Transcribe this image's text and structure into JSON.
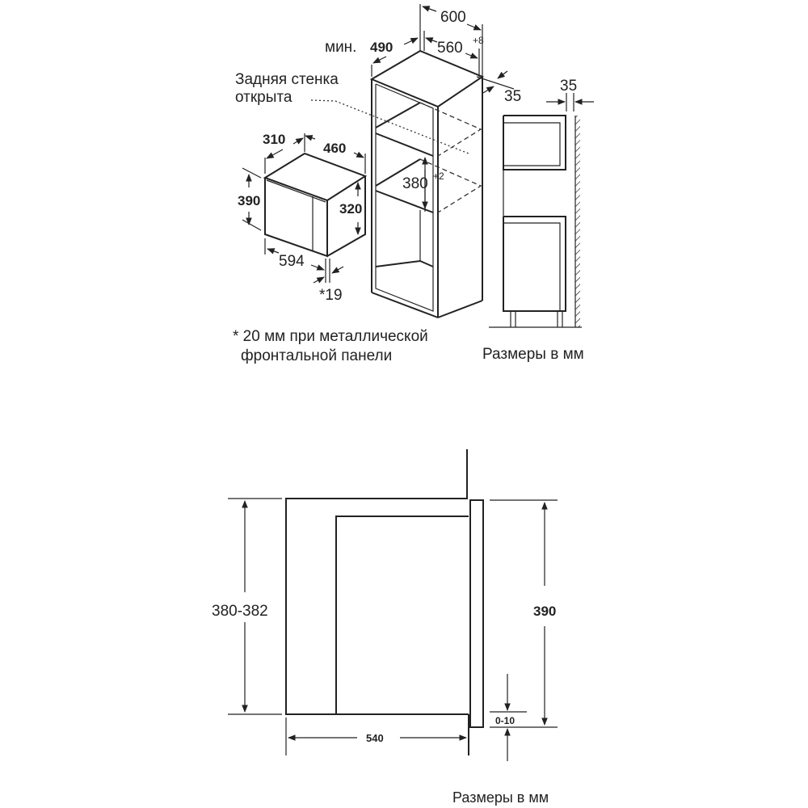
{
  "top_diagram": {
    "labels": {
      "min_prefix": "мин.",
      "depth_min": "490",
      "width_total": "600",
      "width_niche": "560",
      "width_niche_tol": "+8",
      "back_gap": "35",
      "rear_wall_note_line1": "Задняя стенка",
      "rear_wall_note_line2": "открыта",
      "device_depth": "310",
      "device_body_width": "460",
      "device_height": "390",
      "device_body_height": "320",
      "device_width": "594",
      "front_offset": "*19",
      "niche_height": "380",
      "niche_height_tol": "+2",
      "side_gap": "35",
      "footnote_line1": "* 20 мм при металлической",
      "footnote_line2": "фронтальной панели",
      "units_note": "Размеры в мм"
    }
  },
  "bottom_diagram": {
    "labels": {
      "niche_height": "380-382",
      "device_height": "390",
      "depth": "540",
      "offset": "0-10",
      "units_note": "Размеры в мм"
    }
  }
}
